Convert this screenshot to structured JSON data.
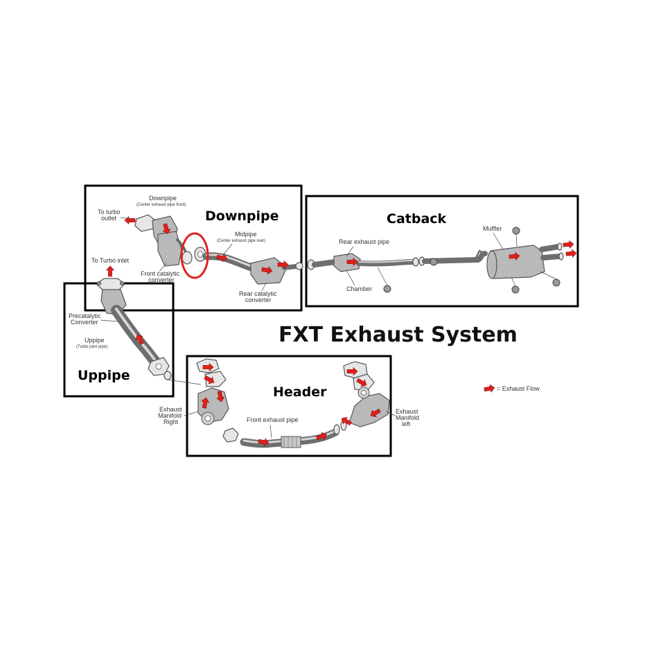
{
  "title": "FXT Exhaust System",
  "sections": {
    "downpipe": "Downpipe",
    "catback": "Catback",
    "uppipe": "Uppipe",
    "header": "Header"
  },
  "labels": {
    "downpipe_part": "Downpipe",
    "downpipe_part_sub": "(Center exhaust pipe front)",
    "to_turbo_outlet_1": "To turbo",
    "to_turbo_outlet_2": "outlet",
    "midpipe": "Midpipe",
    "midpipe_sub": "(Center exhaust pipe rear)",
    "front_cat_1": "Front catalytic",
    "front_cat_2": "converter",
    "rear_cat_1": "Rear catalytic",
    "rear_cat_2": "converter",
    "to_turbo_inlet": "To Turbo inlet",
    "precat_1": "Precatalytic",
    "precat_2": "Converter",
    "uppipe_part": "Uppipe",
    "uppipe_part_sub": "(Turbo joint pipe)",
    "rear_exhaust_pipe": "Rear exhaust pipe",
    "chamber": "Chamber",
    "muffler": "Muffler",
    "manifold_right_1": "Exhaust",
    "manifold_right_2": "Manifold",
    "manifold_right_3": "Right",
    "front_exhaust_pipe": "Front exhaust pipe",
    "manifold_left_1": "Exhaust",
    "manifold_left_2": "Manifold",
    "manifold_left_3": "left"
  },
  "legend": {
    "text": "= Exhaust Flow",
    "arrow_icon": "red-arrow-icon"
  },
  "colors": {
    "flow_arrow": "#e0201b",
    "highlight_circle": "#e0201b",
    "box_border": "#000000"
  }
}
